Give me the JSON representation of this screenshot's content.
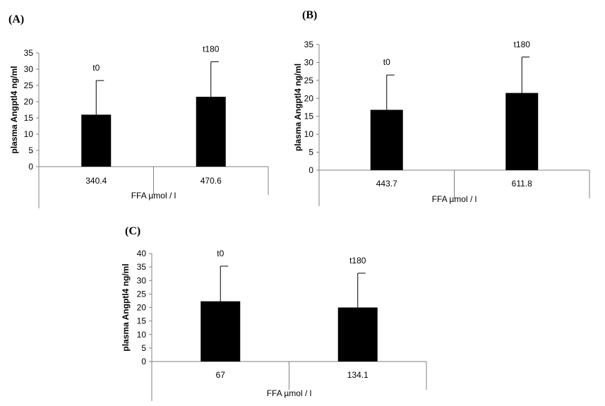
{
  "chart_data": [
    {
      "type": "bar",
      "panel_label": "(A)",
      "categories": [
        "340.4",
        "470.6"
      ],
      "values": [
        16,
        21.5
      ],
      "error_upper": [
        26.5,
        32.3
      ],
      "bar_labels": [
        "t0",
        "t180"
      ],
      "xlabel": "FFA µmol / l",
      "ylabel": "plasma Angptl4  ng/ml",
      "ylim": [
        0,
        35
      ],
      "yticks": [
        0,
        5,
        10,
        15,
        20,
        25,
        30,
        35
      ],
      "bar_color": "#000000",
      "grid": false
    },
    {
      "type": "bar",
      "panel_label": "(B)",
      "categories": [
        "443.7",
        "611.8"
      ],
      "values": [
        16.8,
        21.5
      ],
      "error_upper": [
        26.5,
        31.5
      ],
      "bar_labels": [
        "t0",
        "t180"
      ],
      "xlabel": "FFA µmol / l",
      "ylabel": "plasma Angptl4 ng/ml",
      "ylim": [
        0,
        35
      ],
      "yticks": [
        0,
        5,
        10,
        15,
        20,
        25,
        30,
        35
      ],
      "bar_color": "#000000",
      "grid": false
    },
    {
      "type": "bar",
      "panel_label": "(C)",
      "categories": [
        "67",
        "134.1"
      ],
      "values": [
        22.3,
        20
      ],
      "error_upper": [
        35.3,
        32.7
      ],
      "bar_labels": [
        "t0",
        "t180"
      ],
      "xlabel": "FFA µmol / l",
      "ylabel": "plasma Angptl4 ng/ml",
      "ylim": [
        0,
        40
      ],
      "yticks": [
        0,
        5,
        10,
        15,
        20,
        25,
        30,
        35,
        40
      ],
      "bar_color": "#000000",
      "grid": false
    }
  ]
}
